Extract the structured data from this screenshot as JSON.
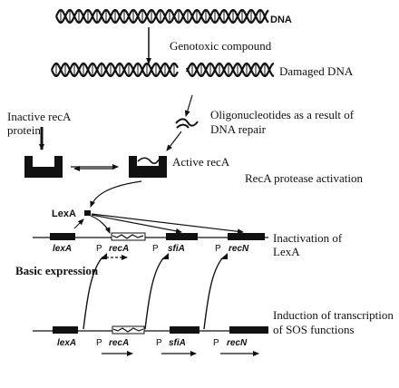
{
  "labels": {
    "dna": "DNA",
    "genotoxic": "Genotoxic compound",
    "damaged_dna": "Damaged DNA",
    "inactive_reca_1": "Inactive recA",
    "inactive_reca_2": "protein",
    "oligo_1": "Oligonucleotides as a result of",
    "oligo_2": "DNA repair",
    "active_reca": "Active recA",
    "reca_activation": "RecA protease activation",
    "lexa_protein": "LexA",
    "inactivation_1": "Inactivation of",
    "inactivation_2": "LexA",
    "basic_expression": "Basic expression",
    "induction_1": "Induction of transcription",
    "induction_2": "of SOS functions"
  },
  "genes_top": [
    "lexA",
    "P",
    "recA",
    "P",
    "sfiA",
    "P",
    "recN"
  ],
  "genes_bottom": [
    "lexA",
    "P",
    "recA",
    "P",
    "sfiA",
    "P",
    "recN"
  ],
  "colors": {
    "ink": "#111111",
    "background": "#ffffff"
  }
}
